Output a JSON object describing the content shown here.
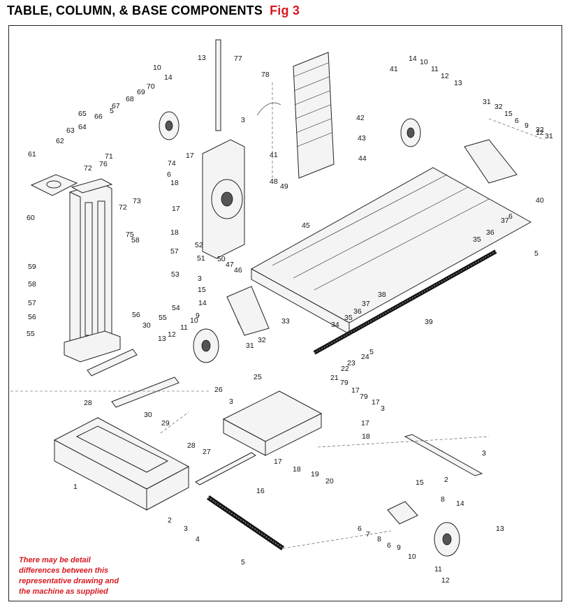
{
  "header": {
    "title": "TABLE, COLUMN, & BASE COMPONENTS",
    "fig": "Fig 3"
  },
  "note": {
    "lines": [
      "There may be detail",
      "differences between this",
      "representative drawing and",
      "the machine as supplied"
    ]
  },
  "colors": {
    "accent": "#d71920",
    "ink": "#222222"
  },
  "callouts": [
    "1",
    "2",
    "3",
    "4",
    "5",
    "6",
    "7",
    "8",
    "9",
    "10",
    "11",
    "12",
    "13",
    "14",
    "15",
    "16",
    "17",
    "18",
    "19",
    "20",
    "21",
    "22",
    "23",
    "24",
    "25",
    "26",
    "27",
    "28",
    "29",
    "30",
    "31",
    "32",
    "33",
    "34",
    "35",
    "36",
    "37",
    "38",
    "39",
    "40",
    "41",
    "42",
    "43",
    "44",
    "45",
    "46",
    "47",
    "48",
    "49",
    "50",
    "51",
    "52",
    "53",
    "54",
    "55",
    "56",
    "57",
    "58",
    "59",
    "60",
    "61",
    "62",
    "63",
    "64",
    "65",
    "66",
    "67",
    "68",
    "69",
    "70",
    "71",
    "72",
    "73",
    "74",
    "75",
    "76",
    "77",
    "78",
    "79"
  ]
}
